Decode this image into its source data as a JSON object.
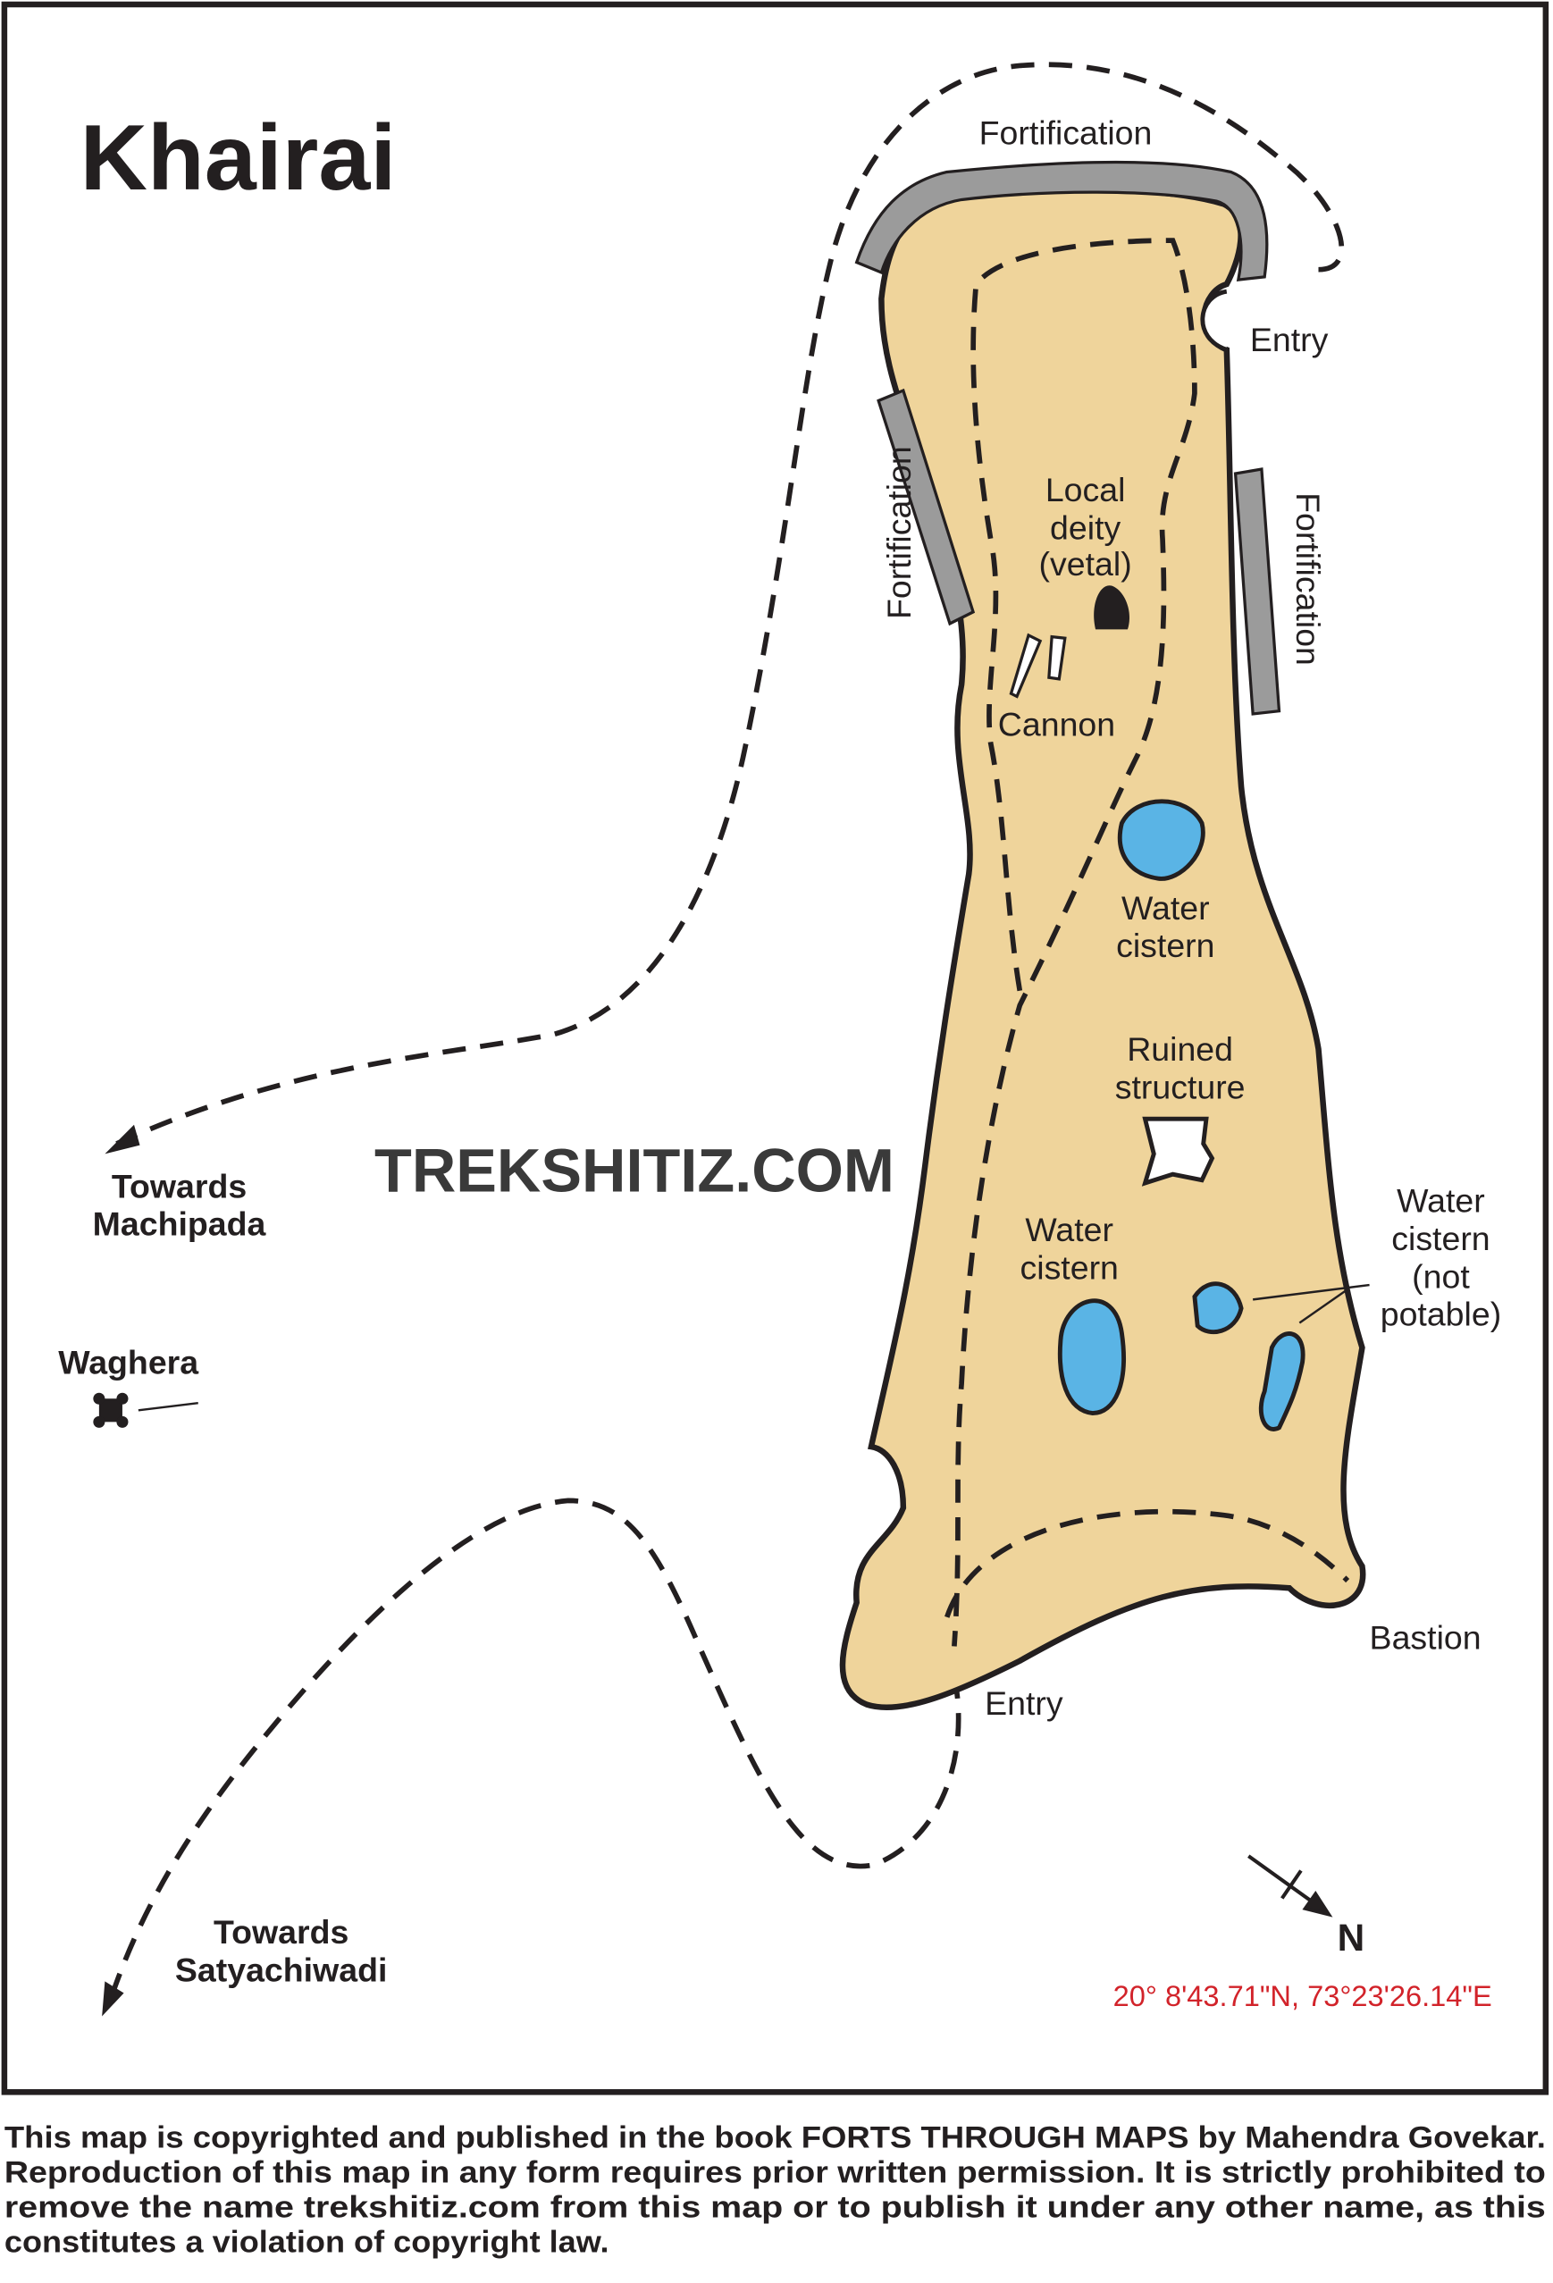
{
  "title": "Khairai",
  "watermark": "TREKSHITIZ.COM",
  "labels": {
    "fortification_top": "Fortification",
    "fortification_left": "Fortification",
    "fortification_right": "Fortification",
    "entry_top": "Entry",
    "entry_bottom": "Entry",
    "deity": [
      "Local",
      "deity",
      "(vetal)"
    ],
    "cannon": "Cannon",
    "water_cistern_1": [
      "Water",
      "cistern"
    ],
    "ruined_structure": [
      "Ruined",
      "structure"
    ],
    "water_cistern_2": [
      "Water",
      "cistern"
    ],
    "water_cistern_not_potable": [
      "Water",
      "cistern",
      "(not",
      "potable)"
    ],
    "bastion": "Bastion",
    "towards_machipada": [
      "Towards",
      "Machipada"
    ],
    "waghera": "Waghera",
    "towards_satyachiwadi": [
      "Towards",
      "Satyachiwadi"
    ],
    "north": "N"
  },
  "coordinates": "20° 8'43.71\"N, 73°23'26.14\"E",
  "colors": {
    "land": "#efd49b",
    "water": "#5ab4e5",
    "coordinates": "#d2232a",
    "wall": "#9b9b9b"
  },
  "footer": [
    "This map is copyrighted and published in the book FORTS THROUGH MAPS by Mahendra Govekar.",
    "Reproduction of this map in any form requires prior written permission. It is strictly prohibited to",
    "remove the name trekshitiz.com from this map or to publish it under any other name, as this",
    "constitutes a violation of copyright law."
  ]
}
